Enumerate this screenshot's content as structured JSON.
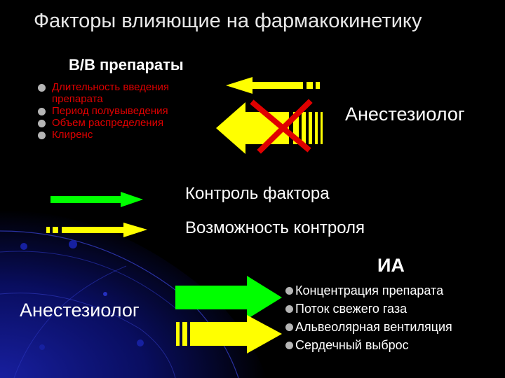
{
  "slide": {
    "title": "Факторы влияющие на фармакокинетику",
    "iv_heading": "В/В препараты",
    "iv_factors": [
      "Длительность введения препарата",
      "Период полувыведения",
      "Объем распределения",
      "Клиренс"
    ],
    "anesthesiologist_top": "Анестезиолог",
    "legend": {
      "full_control": "Контроль фактора",
      "possible_control": "Возможность контроля"
    },
    "ia_heading": "ИА",
    "anesthesiologist_bottom": "Анестезиолог",
    "ia_factors": [
      "Концентрация препарата",
      "Поток свежего газа",
      "Альвеолярная вентиляция",
      "Сердечный выброс"
    ]
  },
  "colors": {
    "background": "#000000",
    "arrow_yellow": "#ffff00",
    "arrow_green": "#00ff00",
    "cross_red": "#e00000",
    "factor_text_red": "#e00000",
    "bullet_gray": "#b5b5b5"
  }
}
